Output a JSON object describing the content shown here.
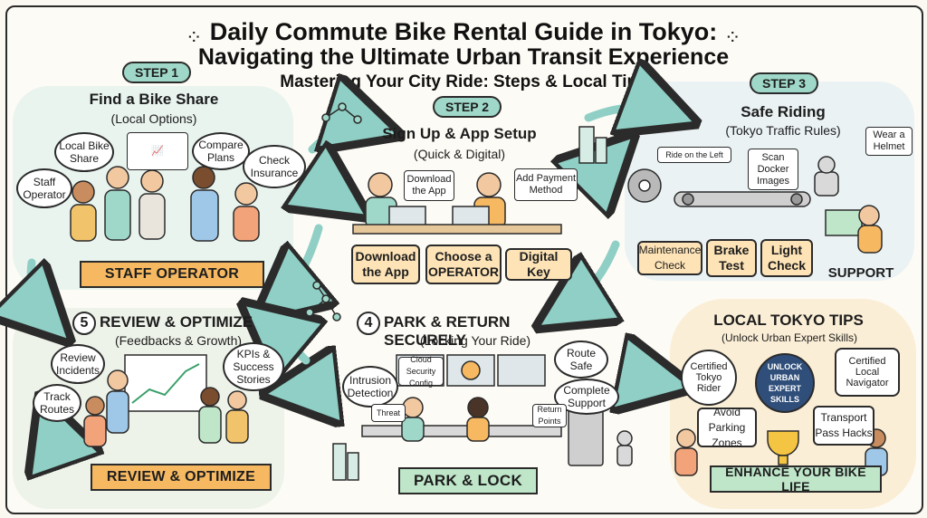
{
  "title": {
    "line1": "Daily Commute Bike Rental Guide in Tokyo:",
    "line2": "Navigating the Ultimate Urban Transit Experience",
    "subtitle": "Mastering Your City Ride: Steps & Local Tips"
  },
  "step1": {
    "pill": "STEP 1",
    "heading": "Find a Bike Share",
    "sub": "(Local Options)",
    "bubbles": [
      "Local Bike Share",
      "Staff Operator",
      "Compare Plans",
      "Check Insurance"
    ],
    "ribbon": "STAFF OPERATOR"
  },
  "step2": {
    "pill": "STEP 2",
    "heading": "Sign Up & App Setup",
    "sub": "(Quick & Digital)",
    "screens": [
      "Download the App",
      "Add Payment Method"
    ],
    "cards": [
      "Download the App",
      "Choose a OPERATOR",
      "Digital Key"
    ]
  },
  "step3": {
    "pill": "STEP 3",
    "heading": "Safe Riding",
    "sub": "(Tokyo Traffic Rules)",
    "labels": [
      "Ride on the Left",
      "Scan Docker Images",
      "Wear a Helmet"
    ],
    "cards": [
      "Maintenance Check",
      "Brake Test",
      "Light Check"
    ],
    "support": "SUPPORT"
  },
  "step4": {
    "number": "4",
    "heading": "PARK & RETURN SECURELY",
    "sub": "(Locking Your Ride)",
    "bubbles": [
      "Intrusion Detection",
      "Route Safe",
      "Complete Support"
    ],
    "screens": [
      "Cloud Security Config",
      "Threat",
      "Return Points"
    ],
    "ribbon": "PARK & LOCK"
  },
  "step5": {
    "number": "5",
    "heading": "REVIEW & OPTIMIZE",
    "sub": "(Feedbacks & Growth)",
    "bubbles": [
      "Review Incidents",
      "KPIs & Success Stories",
      "Track Routes"
    ],
    "ribbon": "REVIEW & OPTIMIZE"
  },
  "tips": {
    "heading": "LOCAL TOKYO TIPS",
    "sub": "(Unlock Urban Expert Skills)",
    "badges": [
      "Certified Tokyo Rider",
      "UNLOCK URBAN EXPERT SKILLS",
      "Certified Local Navigator"
    ],
    "cards": [
      "Avoid Parking Zones",
      "Transport Pass Hacks"
    ],
    "ribbon": "ENHANCE YOUR BIKE LIFE"
  },
  "colors": {
    "teal": "#9fd8c8",
    "orange": "#f6b962",
    "cream": "#fde3b6",
    "arrow": "#8fcfc5"
  }
}
